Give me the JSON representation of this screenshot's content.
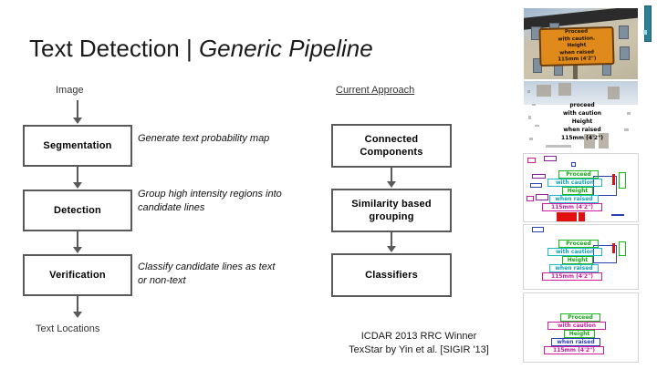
{
  "slide": {
    "title_regular": "Text Detection | ",
    "title_italic": "Generic Pipeline"
  },
  "columns": {
    "left_heading": "Image",
    "right_heading": "Current Approach"
  },
  "pipeline": {
    "generic": [
      {
        "label": "Segmentation",
        "note": "Generate text probability map"
      },
      {
        "label": "Detection",
        "note": "Group high intensity regions into candidate lines"
      },
      {
        "label": "Verification",
        "note": "Classify candidate lines as text or non-text"
      }
    ],
    "terminal_label": "Text Locations",
    "current_approach": [
      {
        "label": "Connected Components"
      },
      {
        "label": "Similarity based grouping"
      },
      {
        "label": "Classifiers"
      }
    ]
  },
  "caption": {
    "line1": "ICDAR 2013 RRC Winner",
    "line2": "TexStar by Yin et al. [SIGIR '13]"
  },
  "sign_text": {
    "line1": "Proceed",
    "line2": "with caution.",
    "line3": "Height",
    "line4": "when raised",
    "line5": "115mm (4'2\")"
  },
  "probmap_text": {
    "line1": "proceed",
    "line2": "with caution",
    "line3": "Height",
    "line4": "when raised",
    "line5": "115mm (4'2\")"
  },
  "overlay_text": {
    "line1": "Proceed",
    "line2": "with caution",
    "line3": "Height",
    "line4": "when raised",
    "line5": "115mm (4'2\")"
  },
  "colors": {
    "box_border": "#595959",
    "arrow": "#595959",
    "sign_yellow": "#e08a1b",
    "overlay_green": "#19bb19",
    "overlay_cyan": "#1cb9c9",
    "overlay_blue": "#2b3fb5",
    "overlay_magenta": "#d41ba0",
    "scroll_marker": "#2e7f96"
  }
}
